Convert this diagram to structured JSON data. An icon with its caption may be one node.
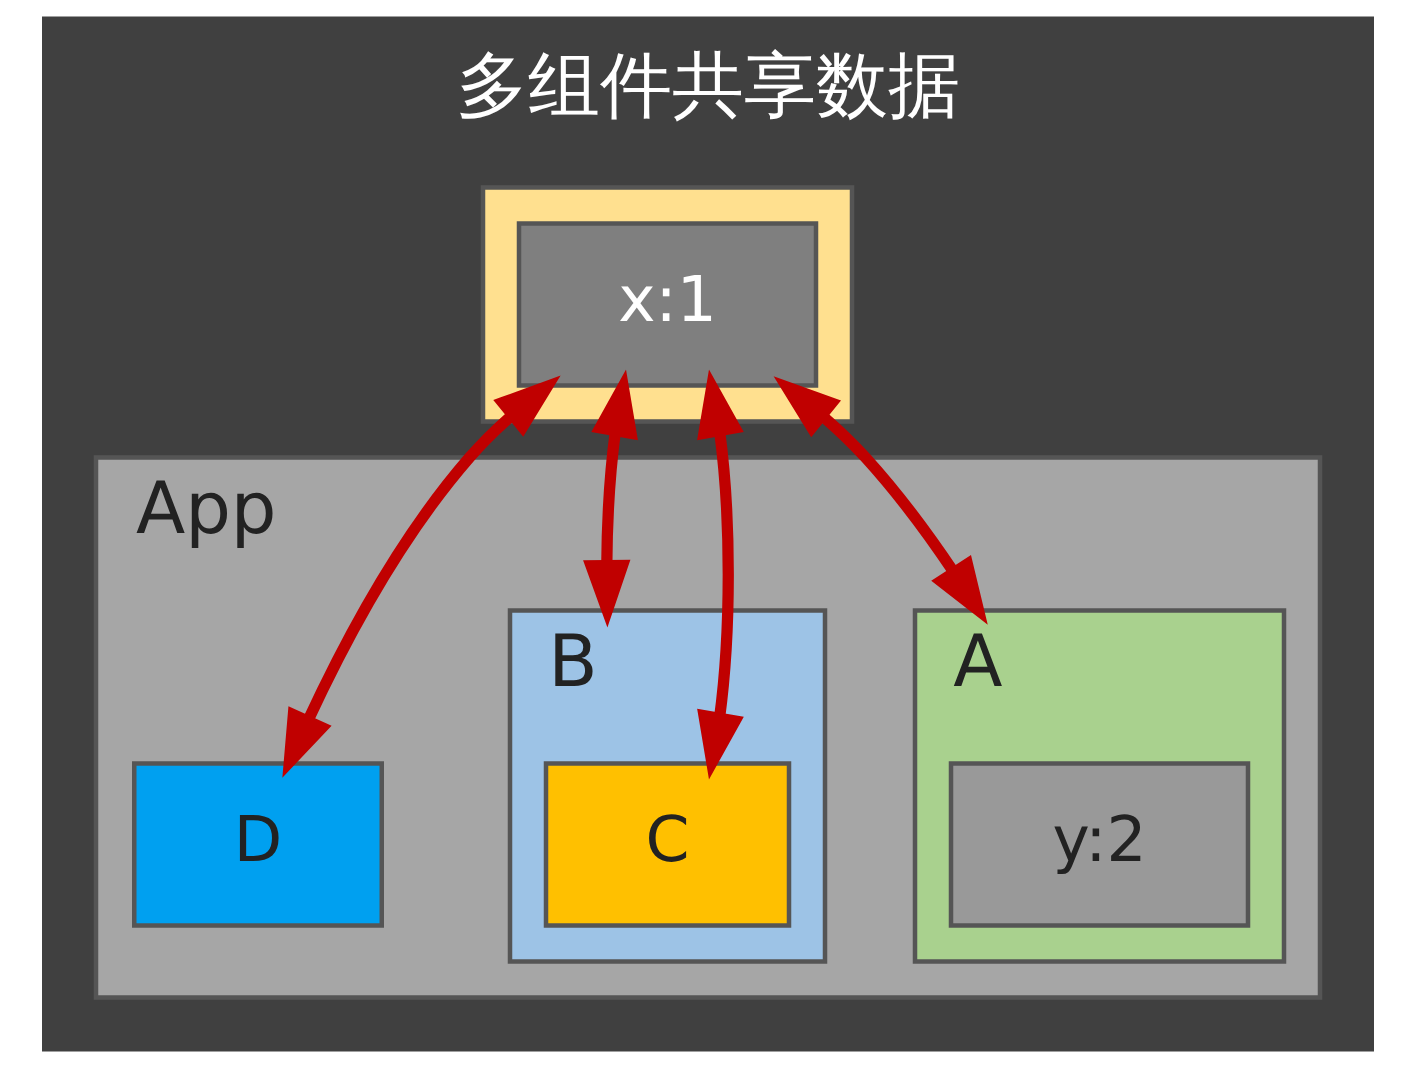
{
  "diagram": {
    "title": "多组件共享数据",
    "nodes": [
      {
        "text": [],
        "shape": "box"
      },
      {
        "text": [
          "x:1"
        ],
        "in": 0
      },
      {
        "text": [
          "App"
        ]
      },
      {
        "text": [
          "A"
        ],
        "in": 2
      },
      {
        "text": [
          "y:2"
        ],
        "in": 3
      },
      {
        "text": [
          "B"
        ],
        "in": 2
      },
      {
        "text": [
          "C"
        ],
        "in": 5
      },
      {
        "text": [
          "D"
        ],
        "in": 2
      }
    ],
    "edges": [
      {
        "from": 1,
        "to": 3,
        "arrow": "both",
        "color": "#c00000"
      },
      {
        "from": 1,
        "to": 5,
        "arrow": "both",
        "color": "#c00000"
      },
      {
        "from": 1,
        "to": 6,
        "arrow": "both",
        "color": "#c00000"
      },
      {
        "from": 1,
        "to": 7,
        "arrow": "both",
        "color": "#c00000"
      }
    ]
  }
}
